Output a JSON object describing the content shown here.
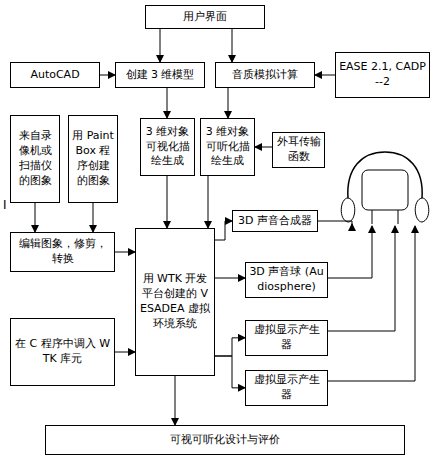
{
  "diagram": {
    "nodes": [
      {
        "text": [
          "用户界面"
        ]
      },
      {
        "text": [
          "AutoCAD"
        ]
      },
      {
        "text": [
          "创建 3 维模型"
        ]
      },
      {
        "text": [
          "音质模拟计算"
        ]
      },
      {
        "text": [
          "EASE 2.1, CADP--2"
        ]
      },
      {
        "text": [
          "来自录像机或扫描仪的图象"
        ]
      },
      {
        "text": [
          "用 Paint Box 程序创建的图象"
        ]
      },
      {
        "text": [
          "3 维对象可视化描绘生成"
        ]
      },
      {
        "text": [
          "3 维对象可听化描绘生成"
        ]
      },
      {
        "text": [
          "外耳传输函数"
        ]
      },
      {
        "text": [
          "编辑图象，修剪，转换"
        ]
      },
      {
        "text": [
          "用 WTK 开发平台创建的 VESADEA 虚拟环境系统"
        ]
      },
      {
        "text": [
          "3D 声音合成器"
        ]
      },
      {
        "text": [
          "3D 声音球 (Audiosphere)"
        ]
      },
      {
        "text": [
          "在 C 程序中调入 WTK 库元"
        ]
      },
      {
        "text": [
          "虚拟显示产生器"
        ]
      },
      {
        "text": [
          "虚拟显示产生器"
        ]
      },
      {
        "text": [
          "可视可听化设计与评价"
        ]
      }
    ],
    "edges": [
      {
        "from": 0,
        "to": 2,
        "arrow": "to"
      },
      {
        "from": 0,
        "to": 3,
        "arrow": "to"
      },
      {
        "from": 1,
        "to": 2,
        "arrow": "to"
      },
      {
        "from": 4,
        "to": 3,
        "arrow": "to"
      },
      {
        "from": 2,
        "to": 7,
        "arrow": "to"
      },
      {
        "from": 3,
        "to": 8,
        "arrow": "to"
      },
      {
        "from": 9,
        "to": 8,
        "arrow": "to"
      },
      {
        "from": 5,
        "to": 10,
        "arrow": "to"
      },
      {
        "from": 6,
        "to": 10,
        "arrow": "to"
      },
      {
        "from": 10,
        "to": 11,
        "arrow": "to"
      },
      {
        "from": 7,
        "to": 11,
        "arrow": "to"
      },
      {
        "from": 8,
        "to": 11,
        "arrow": "to"
      },
      {
        "from": 14,
        "to": 11,
        "arrow": "to"
      },
      {
        "from": 11,
        "to": 12,
        "arrow": "to"
      },
      {
        "from": 11,
        "to": 13,
        "arrow": "to"
      },
      {
        "from": 11,
        "to": 15,
        "arrow": "to"
      },
      {
        "from": 11,
        "to": 16,
        "arrow": "to"
      },
      {
        "from": 11,
        "to": 17,
        "arrow": "to"
      }
    ],
    "labels": [
      "I"
    ]
  }
}
